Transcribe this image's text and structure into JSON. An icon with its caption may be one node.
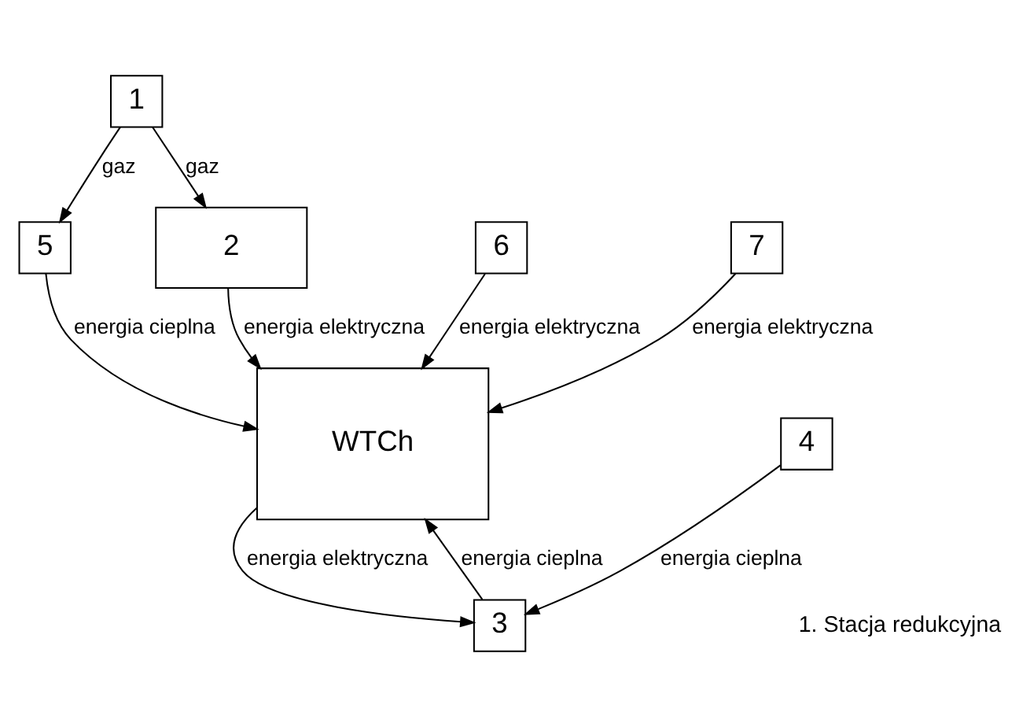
{
  "diagram": {
    "nodes": [
      {
        "text": [
          "1"
        ]
      },
      {
        "text": [
          "5"
        ]
      },
      {
        "text": [
          "6"
        ]
      },
      {
        "text": [
          "2"
        ]
      },
      {
        "text": [
          "WTCh"
        ]
      },
      {
        "text": [
          "3"
        ]
      },
      {
        "text": [
          "4"
        ]
      },
      {
        "text": [
          "7"
        ]
      }
    ],
    "edges": [
      {
        "from": 0,
        "to": 1,
        "arrow": "to",
        "label": "gaz"
      },
      {
        "from": 0,
        "to": 3,
        "arrow": "to",
        "label": "gaz"
      },
      {
        "from": 1,
        "to": 4,
        "arrow": "to",
        "label": "energia cieplna"
      },
      {
        "from": 2,
        "to": 4,
        "arrow": "to",
        "label": "energia elektryczna"
      },
      {
        "from": 3,
        "to": 4,
        "arrow": "to",
        "label": "energia elektryczna"
      },
      {
        "from": 5,
        "to": 4,
        "arrow": "to",
        "label": "energia cieplna"
      },
      {
        "from": 4,
        "to": 5,
        "arrow": "to",
        "label": "energia elektryczna"
      },
      {
        "from": 6,
        "to": 5,
        "arrow": "to",
        "label": "energia cieplna"
      },
      {
        "from": 7,
        "to": 4,
        "arrow": "to",
        "label": "energia elektryczna"
      }
    ],
    "labels": [
      "1. Stacja redukcyjna"
    ]
  }
}
